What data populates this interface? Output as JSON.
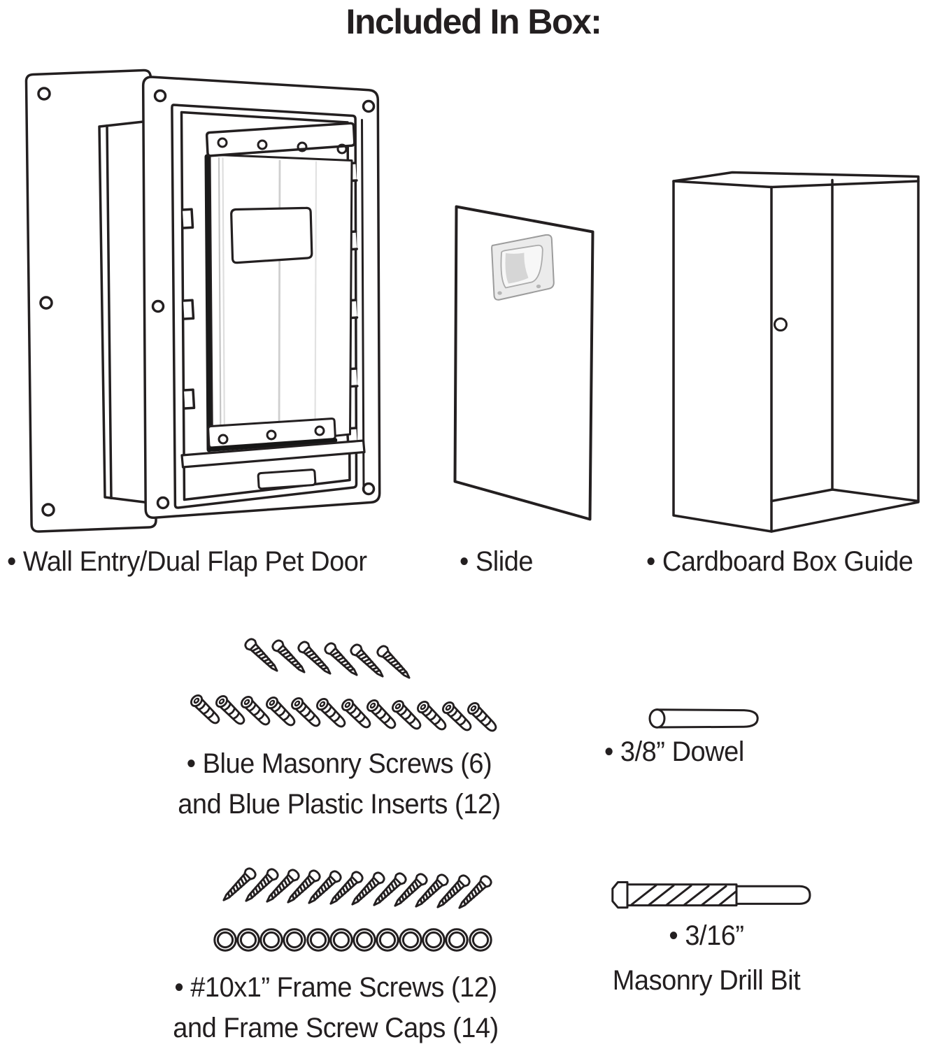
{
  "title": "Included In Box:",
  "ink_color": "#231f20",
  "background_color": "#ffffff",
  "items": {
    "pet_door": {
      "label": "• Wall Entry/Dual Flap Pet Door"
    },
    "slide": {
      "label": "• Slide"
    },
    "box_guide": {
      "label": "• Cardboard Box Guide"
    },
    "masonry_screws": {
      "label_line1": "• Blue Masonry Screws (6)",
      "label_line2": "and Blue Plastic Inserts (12)",
      "screws_shown": 6,
      "inserts_shown": 12
    },
    "dowel": {
      "label": "• 3/8” Dowel"
    },
    "frame_screws": {
      "label_line1": "• #10x1” Frame Screws (12)",
      "label_line2": "and Frame Screw Caps (14)",
      "screws_shown": 12,
      "caps_listed": 14
    },
    "drill_bit": {
      "label_line1": "• 3/16”",
      "label_line2": "Masonry Drill Bit"
    }
  }
}
